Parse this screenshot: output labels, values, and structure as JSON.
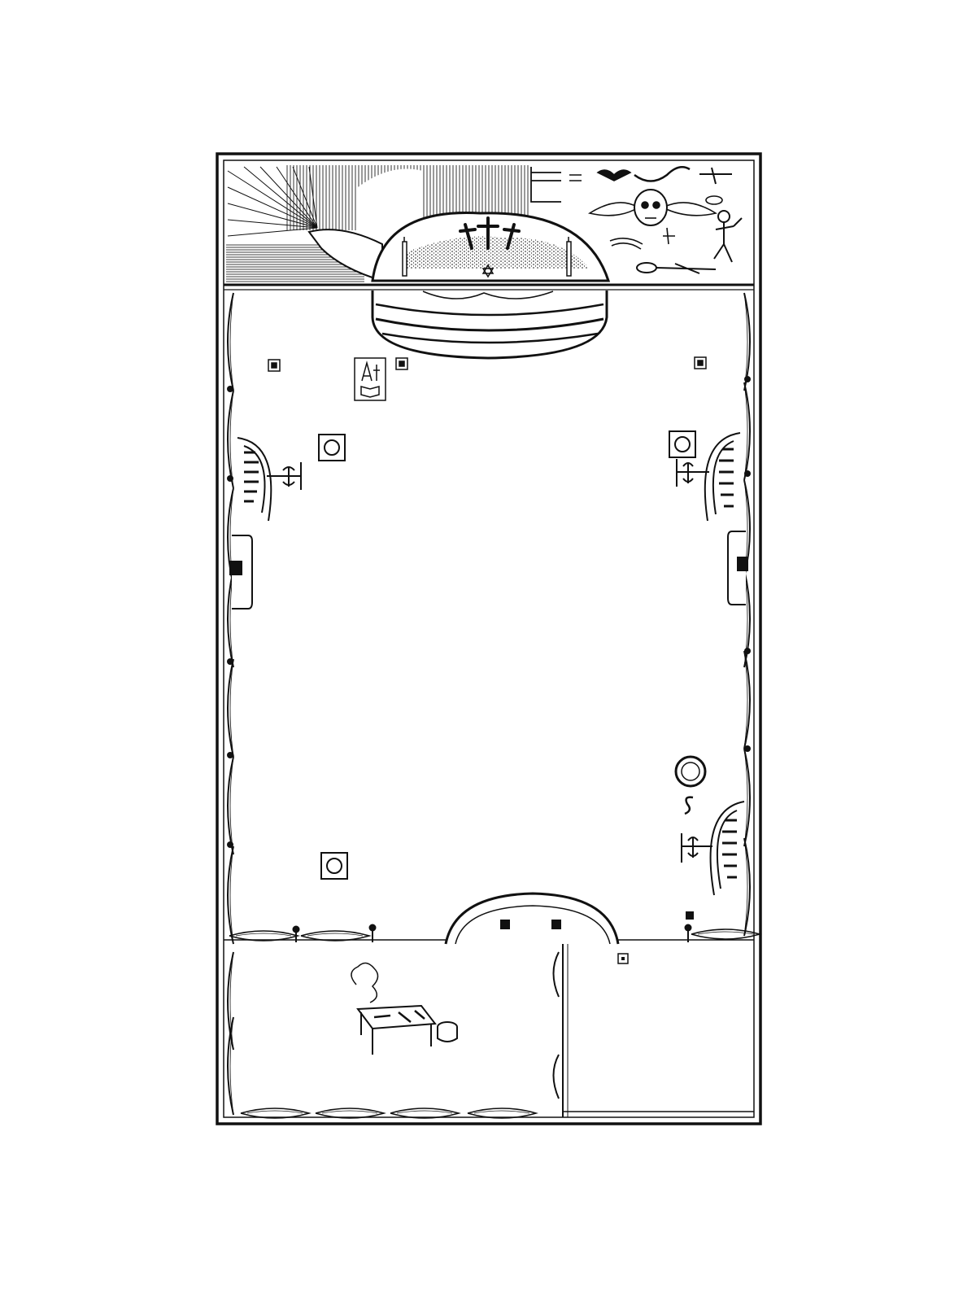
{
  "page": {
    "background": "#ffffff",
    "ink": "#111111"
  },
  "diagram": {
    "kind": "engraved floor plan of a lodge room",
    "printed_text": [],
    "elements": [
      "frame",
      "mural-panel",
      "rising-sun",
      "mountain-with-three-crosses",
      "emblems-of-mortality",
      "canopied-dais",
      "side-curtains",
      "candlestick-stations",
      "wall-doors",
      "rear-stage",
      "preparation-room",
      "ante-room"
    ]
  }
}
